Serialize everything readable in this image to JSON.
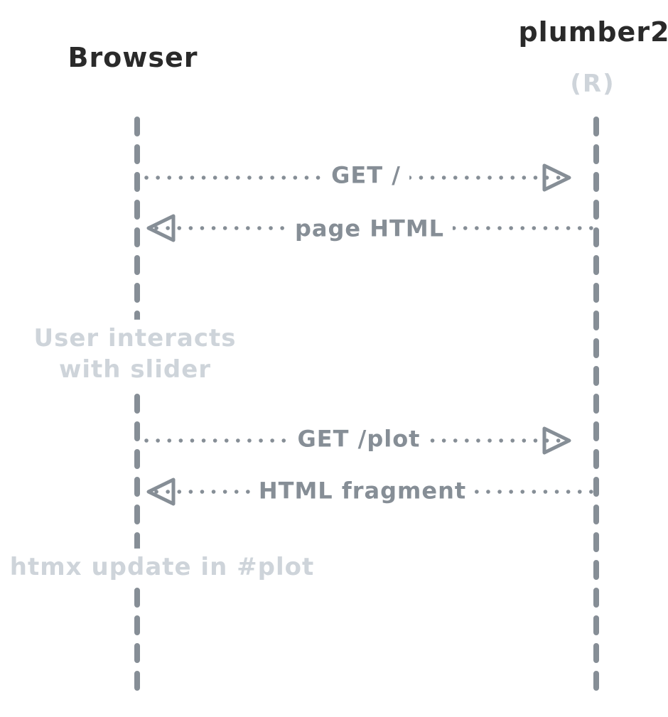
{
  "diagram": {
    "actors": [
      {
        "name": "Browser"
      },
      {
        "name": "plumber2",
        "subtitle": "(R)"
      }
    ],
    "messages": [
      {
        "label": "GET /",
        "from": "Browser",
        "to": "plumber2",
        "direction": "right"
      },
      {
        "label": "page HTML",
        "from": "plumber2",
        "to": "Browser",
        "direction": "left"
      },
      {
        "label": "GET /plot",
        "from": "Browser",
        "to": "plumber2",
        "direction": "right"
      },
      {
        "label": "HTML fragment",
        "from": "plumber2",
        "to": "Browser",
        "direction": "left"
      }
    ],
    "notes": [
      {
        "lines": [
          "User interacts",
          "with slider"
        ]
      },
      {
        "lines": [
          "htmx update in #plot"
        ]
      }
    ],
    "colors": {
      "ink": "#2a2a2a",
      "line_gray": "#868e96",
      "muted_gray": "#ced4da",
      "background": "#ffffff"
    }
  }
}
